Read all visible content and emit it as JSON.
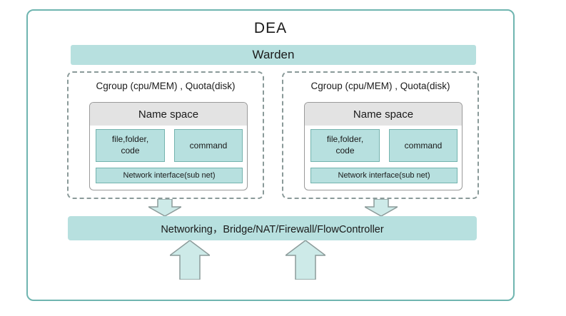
{
  "title": "DEA",
  "warden": {
    "label": "Warden"
  },
  "containers": [
    {
      "cgroup_label": "Cgroup (cpu/MEM) , Quota(disk)",
      "namespace": {
        "title": "Name space",
        "file_box": "file,folder,\ncode",
        "command_box": "command",
        "network_interface": "Network interface(sub net)"
      }
    },
    {
      "cgroup_label": "Cgroup (cpu/MEM) , Quota(disk)",
      "namespace": {
        "title": "Name space",
        "file_box": "file,folder,\ncode",
        "command_box": "command",
        "network_interface": "Network interface(sub net)"
      }
    }
  ],
  "networking": {
    "label": "Networking，Bridge/NAT/Firewall/FlowController"
  },
  "colors": {
    "teal_fill": "#b7e0df",
    "teal_border": "#6fb5b0",
    "mini_box_border": "#74b3ae",
    "arrow_fill": "#cdeae8",
    "arrow_stroke": "#8c9b9a",
    "gray_header_fill": "#e3e3e3",
    "dashed_border": "#8a9a99"
  }
}
